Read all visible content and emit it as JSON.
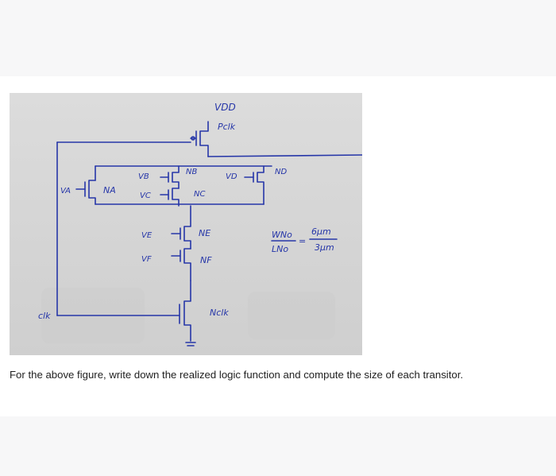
{
  "figure": {
    "labels": {
      "vdd": "VDD",
      "pclk": "Pclk",
      "vb": "VB",
      "nb": "NB",
      "vd": "VD",
      "nd": "ND",
      "va": "VA",
      "na": "NA",
      "vc": "VC",
      "nc": "NC",
      "ve": "VE",
      "ne": "NE",
      "vf": "VF",
      "nf": "NF",
      "clk": "clk",
      "nclk": "Nclk",
      "ratio_num": "WNo",
      "ratio_den": "LNo",
      "ratio_eq": "=",
      "ratio_val_num": "6μm",
      "ratio_val_den": "3μm"
    },
    "ink_color": "#2636a8"
  },
  "question": {
    "text": "For the above figure, write down the realized logic function and compute the size of each transitor."
  }
}
